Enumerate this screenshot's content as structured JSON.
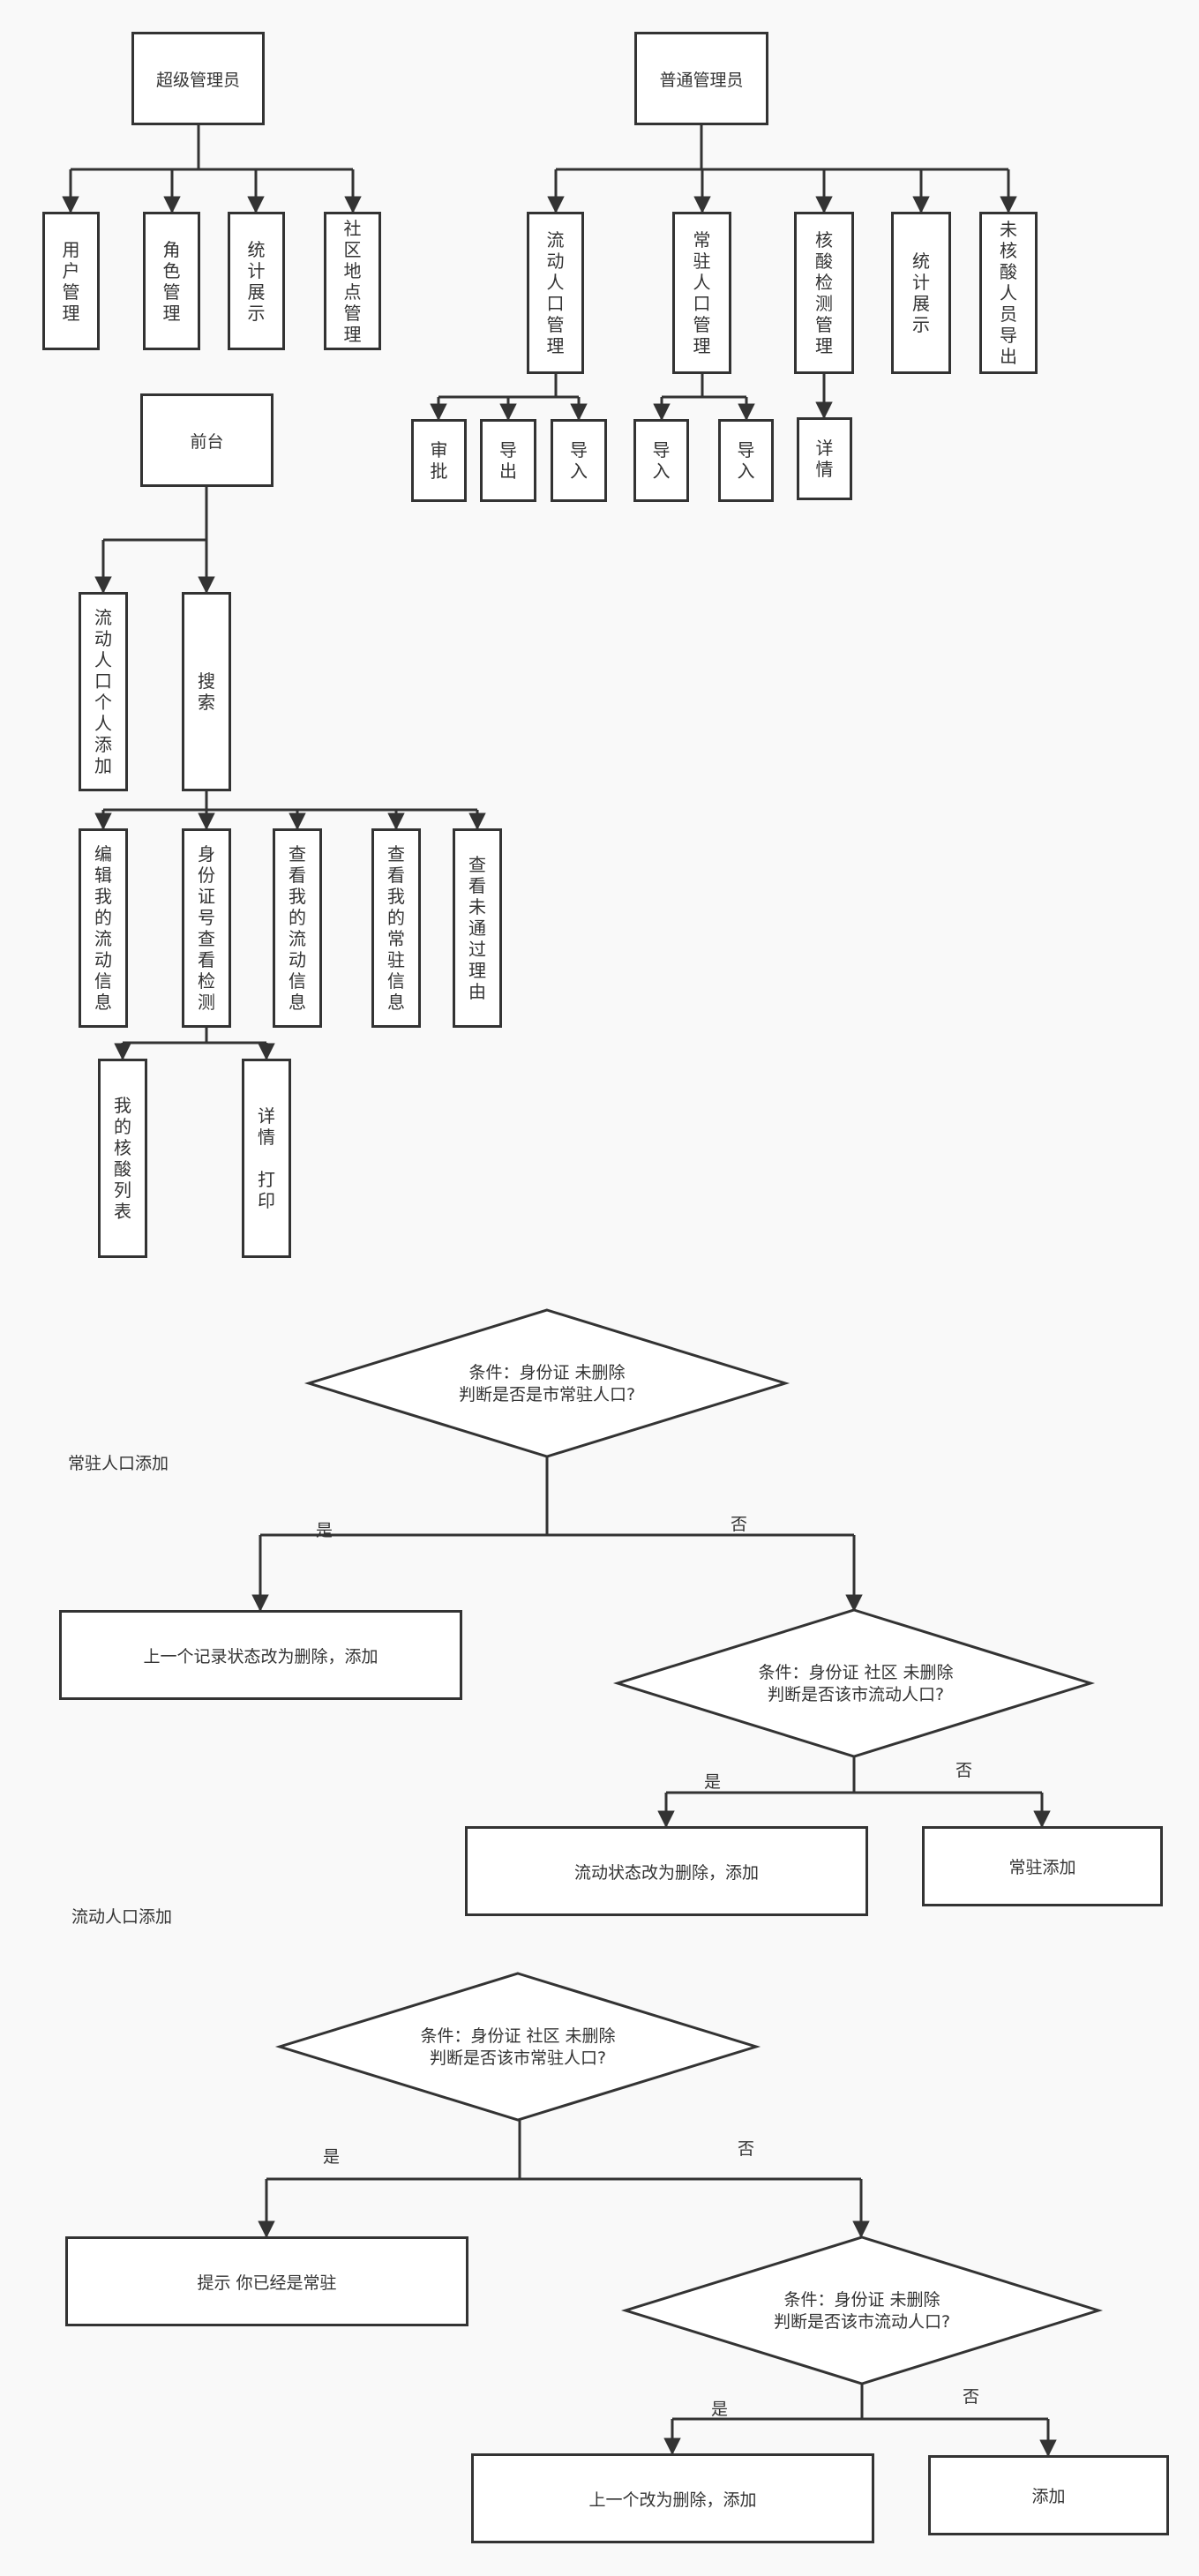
{
  "colors": {
    "stroke": "#333333",
    "background": "#f9f9f9",
    "box_fill": "#ffffff"
  },
  "admin": {
    "super_admin": "超级管理员",
    "super_children": [
      "用户管理",
      "角色管理",
      "统计展示",
      "社区地点管理"
    ],
    "normal_admin": "普通管理员",
    "normal_children": [
      "流动人口管理",
      "常驻人口管理",
      "核酸检测管理",
      "统计展示",
      "未核酸人员导出"
    ],
    "floating_children": [
      "审批",
      "导出",
      "导入"
    ],
    "resident_children": [
      "导入",
      "导入"
    ],
    "nucleic_children": [
      "详情"
    ]
  },
  "frontend": {
    "root": "前台",
    "children": [
      "流动人口个人添加",
      "搜索"
    ],
    "search_children": [
      "编辑我的流动信息",
      "身份证号查看检测",
      "查看我的流动信息",
      "查看我的常驻信息",
      "查看未通过理由"
    ],
    "id_children": [
      "我的核酸列表",
      "详情\n\n打印"
    ]
  },
  "flow_resident": {
    "title": "常驻人口添加",
    "decision1": "条件：身份证  未删除\n判断是否是市常驻人口?",
    "yes1": "是",
    "no1": "否",
    "action_yes1": "上一个记录状态改为删除，添加",
    "decision2": "条件：身份证 社区 未删除\n判断是否该市流动人口?",
    "yes2": "是",
    "no2": "否",
    "action_yes2": "流动状态改为删除，添加",
    "action_no2": "常驻添加"
  },
  "flow_floating": {
    "title": "流动人口添加",
    "decision1": "条件：身份证 社区 未删除\n判断是否该市常驻人口?",
    "yes1": "是",
    "no1": "否",
    "action_yes1": "提示 你已经是常驻",
    "decision2": "条件：身份证 未删除\n判断是否该市流动人口?",
    "yes2": "是",
    "no2": "否",
    "action_yes2": "上一个改为删除，添加",
    "action_no2": "添加"
  }
}
